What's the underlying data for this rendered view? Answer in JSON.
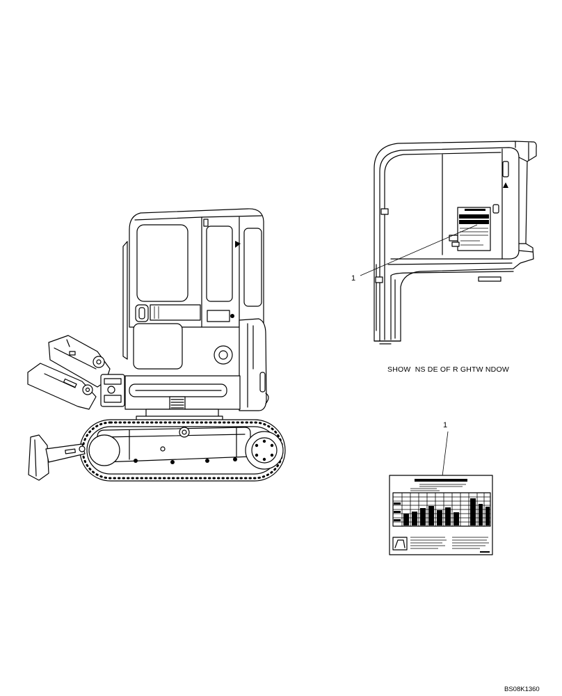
{
  "callouts": [
    {
      "label": "1"
    },
    {
      "label": "1"
    }
  ],
  "caption": "SHOW  NS DE OF R GHTW NDOW",
  "drawing_number": "BS08K1360",
  "colors": {
    "line": "#000000",
    "background": "#ffffff"
  }
}
